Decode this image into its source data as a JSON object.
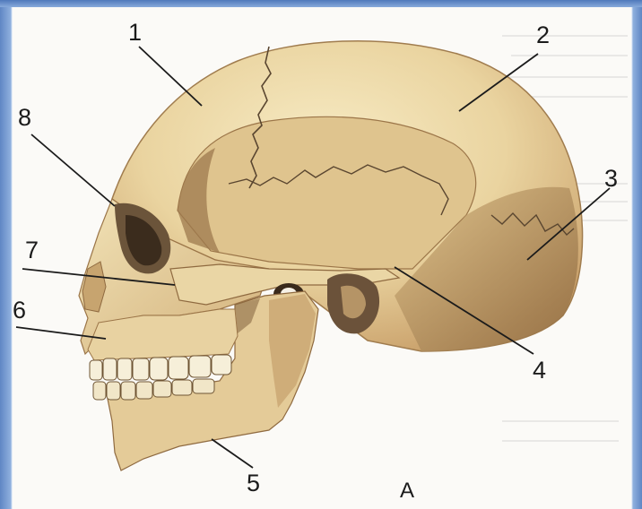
{
  "labels": {
    "n1": "1",
    "n2": "2",
    "n3": "3",
    "n4": "4",
    "n5": "5",
    "n6": "6",
    "n7": "7",
    "n8": "8"
  },
  "caption": "A",
  "colors": {
    "bone_light": "#efe0b0",
    "bone_mid": "#dcc089",
    "bone_dark": "#b58c52",
    "shadow": "#5a4630",
    "label_line": "#1b1b1b"
  }
}
